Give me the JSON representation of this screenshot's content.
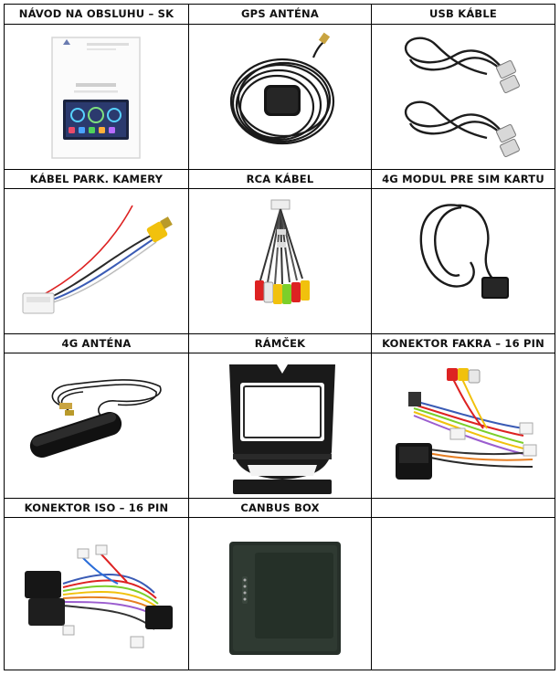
{
  "cells": [
    {
      "label": "NÁVOD NA OBSLUHU – SK",
      "icon": "manual-booklet-icon"
    },
    {
      "label": "GPS ANTÉNA",
      "icon": "gps-antenna-icon"
    },
    {
      "label": "USB KÁBLE",
      "icon": "usb-cable-icon"
    },
    {
      "label": "KÁBEL PARK. KAMERY",
      "icon": "parking-camera-cable-icon"
    },
    {
      "label": "RCA KÁBEL",
      "icon": "rca-cable-icon"
    },
    {
      "label": "4G MODUL PRE SIM KARTU",
      "icon": "sim-module-icon"
    },
    {
      "label": "4G ANTÉNA",
      "icon": "lte-antenna-icon"
    },
    {
      "label": "RÁMČEK",
      "icon": "dash-frame-icon"
    },
    {
      "label": "KONEKTOR FAKRA – 16 PIN",
      "icon": "fakra-connector-icon"
    },
    {
      "label": "KONEKTOR ISO – 16 PIN",
      "icon": "iso-connector-icon"
    },
    {
      "label": "CANBUS BOX",
      "icon": "canbus-box-icon"
    },
    {
      "label": "",
      "icon": ""
    }
  ]
}
